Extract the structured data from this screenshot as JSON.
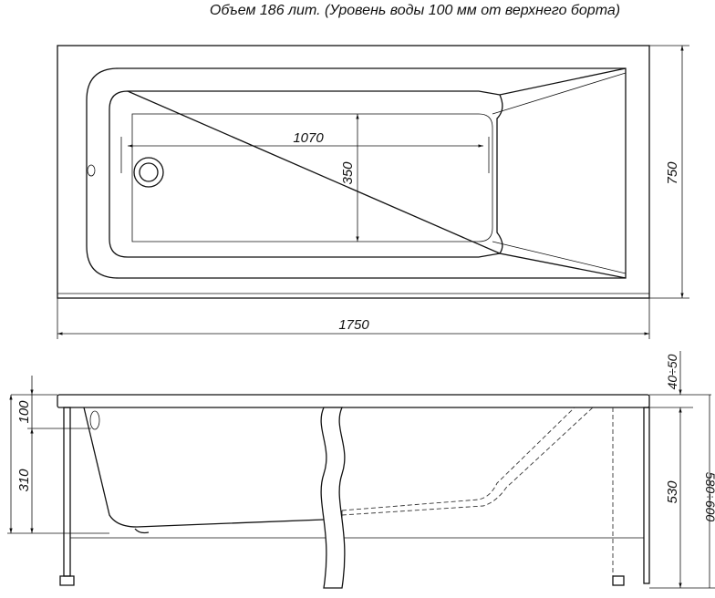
{
  "title": "Объем 186 лит. (Уровень воды 100 мм от верхнего борта)",
  "top_view": {
    "basin_length": "1070",
    "basin_width": "350",
    "width": "750",
    "length": "1750"
  },
  "side_view": {
    "rim_to_overflow": "100",
    "overflow_to_bottom": "310",
    "panel_gap": "40÷50",
    "panel_height": "530",
    "total_height": "580÷600"
  }
}
